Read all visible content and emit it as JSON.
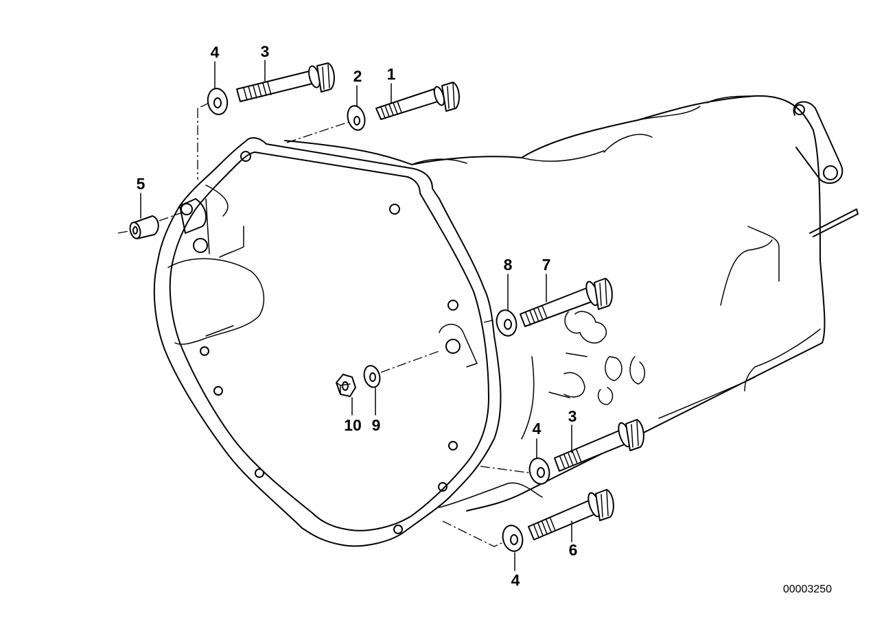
{
  "diagram": {
    "callouts": [
      {
        "id": "c1",
        "text": "1"
      },
      {
        "id": "c2",
        "text": "2"
      },
      {
        "id": "c3a",
        "text": "3"
      },
      {
        "id": "c4a",
        "text": "4"
      },
      {
        "id": "c5",
        "text": "5"
      },
      {
        "id": "c7",
        "text": "7"
      },
      {
        "id": "c8",
        "text": "8"
      },
      {
        "id": "c10",
        "text": "10"
      },
      {
        "id": "c9",
        "text": "9"
      },
      {
        "id": "c4b",
        "text": "4"
      },
      {
        "id": "c3b",
        "text": "3"
      },
      {
        "id": "c6",
        "text": "6"
      },
      {
        "id": "c4c",
        "text": "4"
      }
    ],
    "image_code": "00003250"
  }
}
